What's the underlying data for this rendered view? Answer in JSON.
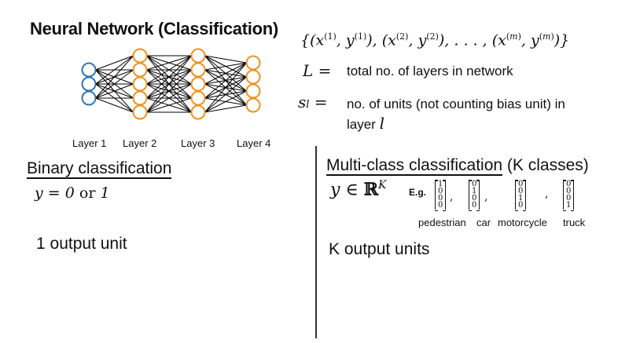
{
  "title": "Neural Network (Classification)",
  "training_set": "{(x(1), y(1)), (x(2), y(2)), . . . , (x(m), y(m))}",
  "definitions": [
    {
      "symbol": "L =",
      "text": "total no. of layers in network"
    },
    {
      "symbol": "sl =",
      "text": "no. of units (not counting bias unit) in",
      "text2": "layer",
      "var": "l"
    }
  ],
  "network": {
    "layers": [
      {
        "label": "Layer 1",
        "units": 3,
        "color": "#2e75b6"
      },
      {
        "label": "Layer 2",
        "units": 5,
        "color": "#f0921e"
      },
      {
        "label": "Layer 3",
        "units": 5,
        "color": "#f0921e"
      },
      {
        "label": "Layer 4",
        "units": 4,
        "color": "#f0921e"
      }
    ]
  },
  "binary": {
    "heading": "Binary classification",
    "formula": "y = 0 or 1",
    "output": "1 output unit"
  },
  "multiclass": {
    "heading": "Multi-class classification",
    "heading_suffix": "(K classes)",
    "formula": "y ∈ ℝK",
    "eg": "E.g.",
    "vectors": [
      {
        "values": [
          "1",
          "0",
          "0",
          "0"
        ],
        "label": "pedestrian"
      },
      {
        "values": [
          "0",
          "1",
          "0",
          "0"
        ],
        "label": "car"
      },
      {
        "values": [
          "0",
          "0",
          "1",
          "0"
        ],
        "label": "motorcycle"
      },
      {
        "values": [
          "0",
          "0",
          "0",
          "1"
        ],
        "label": "truck"
      }
    ],
    "output": "K output units"
  }
}
